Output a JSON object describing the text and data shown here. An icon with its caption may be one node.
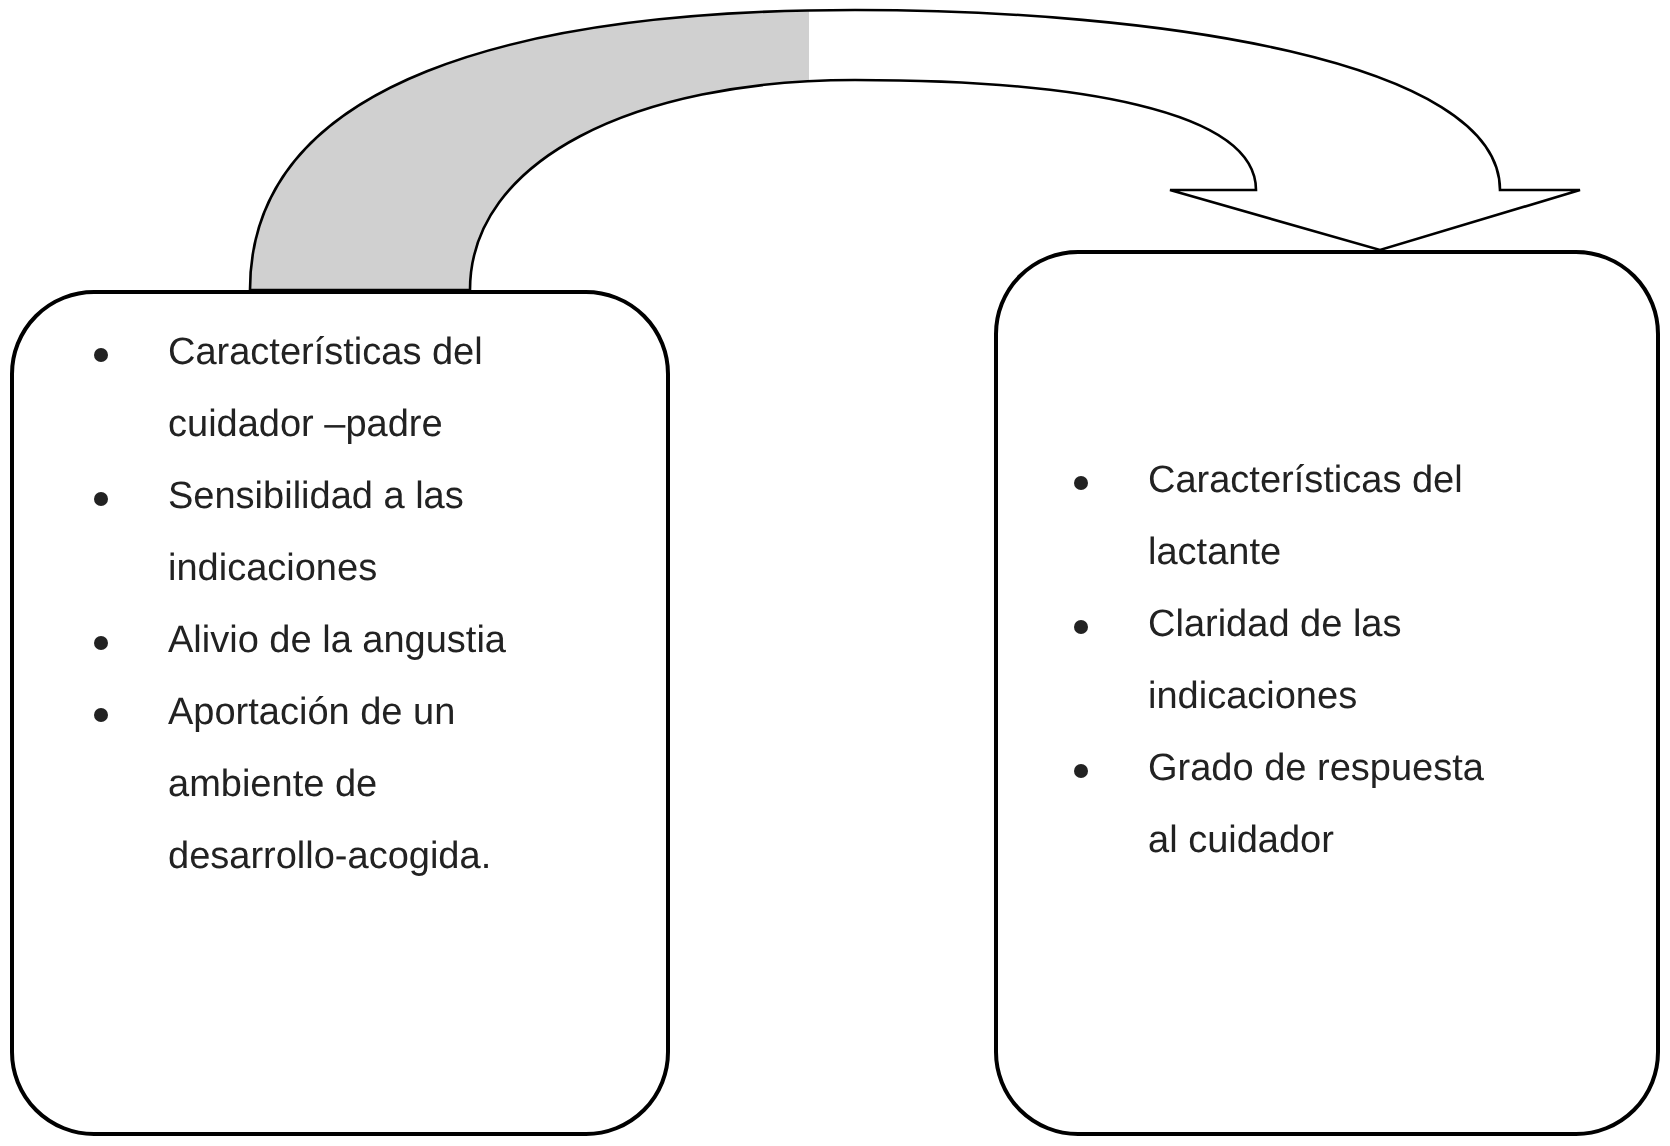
{
  "diagram": {
    "nodes": [
      {
        "text": [
          "Características del cuidador –padre",
          "Sensibilidad a las indicaciones",
          "Alivio de la angustia",
          "Aportación de un ambiente de desarrollo-acogida."
        ]
      },
      {
        "text": [
          "Características del lactante",
          "Claridad de las indicaciones",
          "Grado de respuesta al cuidador"
        ]
      }
    ],
    "edges": [
      {
        "from": 0,
        "to": 1,
        "arrow": "to"
      }
    ]
  }
}
